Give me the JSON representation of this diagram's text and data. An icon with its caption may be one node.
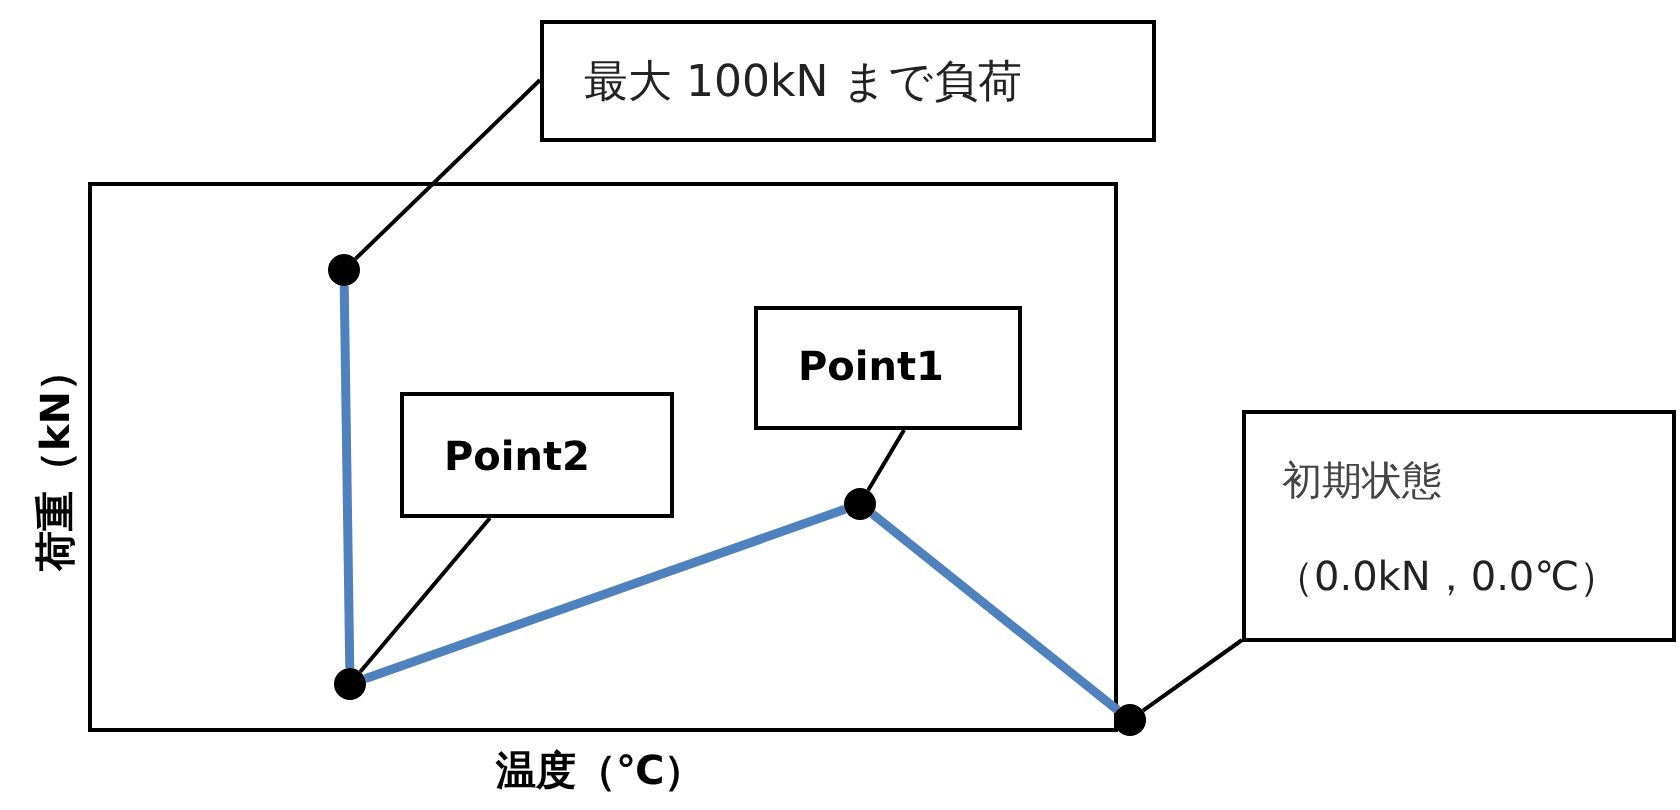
{
  "diagram": {
    "nodes": [
      {
        "text": [
          "最大 100kN まで負荷"
        ]
      },
      {
        "text": [],
        "shape": "circle"
      },
      {
        "text": [
          "Point1"
        ]
      },
      {
        "text": [],
        "shape": "circle"
      },
      {
        "text": [
          "Point2"
        ]
      },
      {
        "text": [],
        "shape": "circle"
      },
      {
        "text": [
          "初期状態",
          "（0.0kN，0.0℃）"
        ]
      },
      {
        "text": [],
        "shape": "circle"
      }
    ],
    "edges": [
      {
        "from": 0,
        "to": 1,
        "arrow": "none"
      },
      {
        "from": 2,
        "to": 3,
        "arrow": "none"
      },
      {
        "from": 4,
        "to": 5,
        "arrow": "none"
      },
      {
        "from": 6,
        "to": 7,
        "arrow": "none"
      },
      {
        "from": 7,
        "to": 3,
        "arrow": "none",
        "style": "thick",
        "color": "#4f81bd"
      },
      {
        "from": 3,
        "to": 5,
        "arrow": "none",
        "style": "thick",
        "color": "#4f81bd"
      },
      {
        "from": 5,
        "to": 1,
        "arrow": "none",
        "style": "thick",
        "color": "#4f81bd"
      }
    ],
    "labels": [
      "荷重（kN）",
      "温度（℃）"
    ]
  }
}
